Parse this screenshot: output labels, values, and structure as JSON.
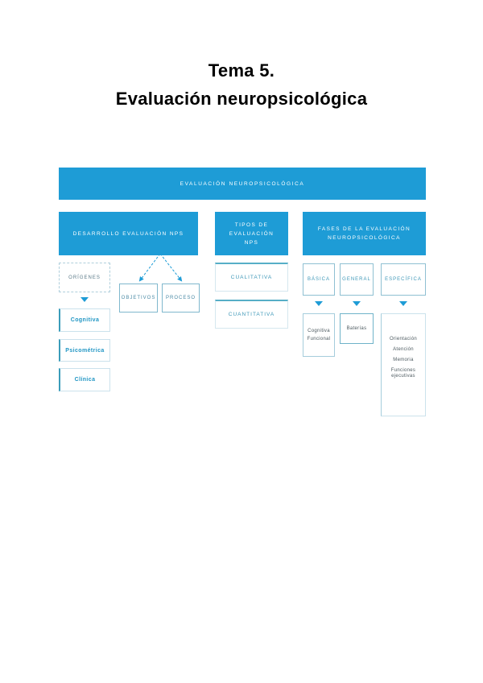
{
  "page": {
    "title_line1": "Tema 5.",
    "title_line2": "Evaluación neuropsicológica"
  },
  "colors": {
    "primary_blue": "#1E9CD6",
    "teal_border": "#56AEC7",
    "light_border": "#CBE2EC",
    "label_teal": "#3F98B8",
    "muted_label": "#5B7A88",
    "bold_item_blue": "#2196C4",
    "sub_text": "#4D5A60"
  },
  "diagram": {
    "root_label": "EVALUACIÓN NEUROPSICOLÓGICA",
    "col1": {
      "header": "DESARROLLO EVALUACIÓN NPS",
      "origenes": "ORÍGENES",
      "objetivos": "OBJETIVOS",
      "proceso": "PROCESO",
      "cognitiva": "Cognitiva",
      "psicometrica": "Psicométrica",
      "clinica": "Clínica"
    },
    "col2": {
      "header": "TIPOS DE EVALUACIÓN NPS",
      "cualitativa": "CUALITATIVA",
      "cuantitativa": "CUANTITATIVA"
    },
    "col3": {
      "header": "FASES DE LA EVALUACIÓN NEUROPSICOLÓGICA",
      "basica": "BÁSICA",
      "general": "GENERAL",
      "especifica": "ESPECÍFICA",
      "basica_sub": "Cognitiva Funcional",
      "general_sub": "Baterías",
      "especifica_items": [
        "Orientación",
        "Atención",
        "Memoria",
        "Funciones ejecutivas"
      ]
    }
  }
}
